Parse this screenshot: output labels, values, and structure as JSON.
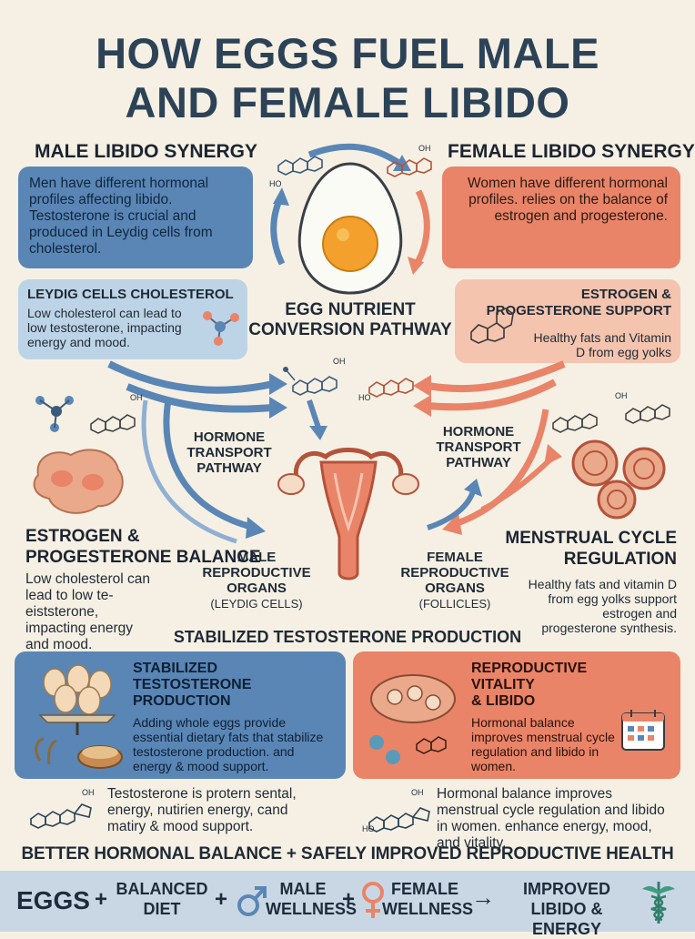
{
  "title": {
    "line1": "HOW EGGS FUEL MALE",
    "line2": "AND FEMALE LIBIDO"
  },
  "male_synergy": {
    "heading": "MALE LIBIDO SYNERGY",
    "text": "Men have different hormonal profiles affecting libido. Testosterone is crucial and produced in Leydig cells from cholesterol."
  },
  "female_synergy": {
    "heading": "FEMALE LIBIDO SYNERGY",
    "text": "Women have different hormonal profiles. relies on the balance of estrogen and progesterone."
  },
  "leydig": {
    "heading": "LEYDIG CELLS CHOLESTEROL",
    "text": "Low cholesterol can lead to low testosterone, impacting energy and mood."
  },
  "estrogen_support": {
    "heading": "ESTROGEN & PROGESTERONE SUPPORT",
    "text": "Healthy fats and Vitamin D from egg yolks"
  },
  "egg_pathway": {
    "line1": "EGG NUTRIENT",
    "line2": "CONVERSION PATHWAY"
  },
  "transport_left": {
    "line1": "HORMONE",
    "line2": "TRANSPORT",
    "line3": "PATHWAY"
  },
  "transport_right": {
    "line1": "HORMONE",
    "line2": "TRANSPORT",
    "line3": "PATHWAY"
  },
  "balance": {
    "heading1": "ESTROGEN &",
    "heading2": "PROGESTERONE BALANCE",
    "text": "Low cholesterol can lead to low te-eiststerone, impacting energy and mood."
  },
  "menstrual": {
    "heading1": "MENSTRUAL CYCLE",
    "heading2": "REGULATION",
    "text": "Healthy fats and vitamin D from egg yolks support estrogen and progesterone synthesis."
  },
  "male_organs": {
    "line1": "MALE",
    "line2": "REPRODUCTIVE",
    "line3": "ORGANS",
    "sub": "(LEYDIG CELLS)"
  },
  "female_organs": {
    "line1": "FEMALE",
    "line2": "REPRODUCTIVE",
    "line3": "ORGANS",
    "sub": "(FOLLICLES)"
  },
  "stabilized_banner": "STABILIZED TESTOSTERONE PRODUCTION",
  "stabilized_box": {
    "heading1": "STABILIZED TESTOSTERONE",
    "heading2": "PRODUCTION",
    "text": "Adding whole eggs provide essential dietary fats that stabilize testosterone production. and energy & mood support."
  },
  "vitality_box": {
    "heading1": "REPRODUCTIVE VITALITY",
    "heading2": "& LIBIDO",
    "text": "Hormonal balance improves menstrual cycle regulation and libido in women."
  },
  "male_note": "Testosterone is protern sental, energy, nutirien energy, cand matiry & mood support.",
  "female_note": "Hormonal balance improves menstrual cycle regulation and libido in women. enhance energy, mood, and vitality.",
  "oh_label": "OH",
  "ho_label": "HO",
  "summary_banner": "BETTER HORMONAL BALANCE + SAFELY IMPROVED REPRODUCTIVE HEALTH",
  "footer": {
    "eggs": "EGGS",
    "plus": "+",
    "balanced1": "BALANCED",
    "balanced2": "DIET",
    "male1": "MALE",
    "male2": "WELLNESS",
    "female1": "FEMALE",
    "female2": "WELLNESS",
    "arrow": "→",
    "improved1": "IMPROVED",
    "improved2": "LIBIDO & ENERGY"
  },
  "colors": {
    "blue": "#5a86b6",
    "blue_light": "#bdd3e6",
    "orange": "#e98468",
    "orange_light": "#f4c4ae",
    "background": "#f6f0e4",
    "navy": "#2c4257"
  },
  "icons": [
    "egg-icon",
    "molecule-icon",
    "uterus-icon",
    "cell-icon",
    "follicle-icon",
    "scale-icon",
    "calendar-icon",
    "caduceus-icon",
    "male-symbol-icon",
    "female-symbol-icon"
  ]
}
